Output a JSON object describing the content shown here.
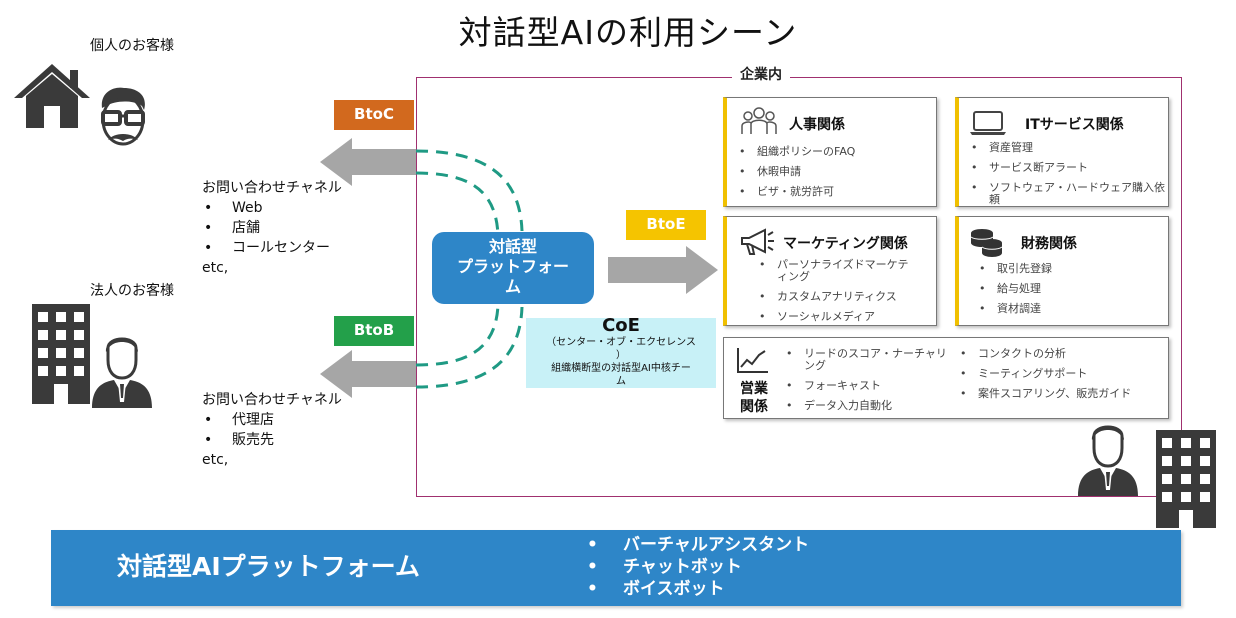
{
  "title": "対話型AIの利用シーン",
  "individual_customer": "個人のお客様",
  "corporate_customer": "法人のお客様",
  "btoc_label": "BtoC",
  "btob_label": "BtoB",
  "btoe_label": "BtoE",
  "individual_channel": {
    "heading": "お問い合わせチャネル",
    "items": [
      "Web",
      "店舗",
      "コールセンター"
    ],
    "etc": "etc,"
  },
  "corporate_channel": {
    "heading": "お問い合わせチャネル",
    "items": [
      "代理店",
      "販売先"
    ],
    "etc": "etc,"
  },
  "company_label": "企業内",
  "platform_label_lines": [
    "対話型",
    "プラットフォー",
    "ム"
  ],
  "coe": {
    "title": "CoE",
    "subtitle_lines": [
      "（センター・オブ・エクセレンス",
      "）"
    ],
    "desc_lines": [
      "組織横断型の対話型AI中核チー",
      "ム"
    ]
  },
  "departments": {
    "hr": {
      "title": "人事関係",
      "items": [
        "組織ポリシーのFAQ",
        "休暇申請",
        "ビザ・就労許可"
      ]
    },
    "it": {
      "title": "ITサービス関係",
      "items": [
        "資産管理",
        "サービス断アラート",
        "ソフトウェア・ハードウェア購入依頼"
      ]
    },
    "marketing": {
      "title": "マーケティング関係",
      "items": [
        "パーソナライズドマーケティング",
        "カスタムアナリティクス",
        "ソーシャルメディア"
      ]
    },
    "finance": {
      "title": "財務関係",
      "items": [
        "取引先登録",
        "給与処理",
        "資材調達"
      ]
    },
    "sales": {
      "title_lines": [
        "営業",
        "関係"
      ],
      "items_left": [
        "リードのスコア・ナーチャリング",
        "フォーキャスト",
        "データ入力自動化"
      ],
      "items_right": [
        "コンタクトの分析",
        "ミーティングサポート",
        "案件スコアリング、販売ガイド"
      ]
    }
  },
  "bottom_bar": {
    "title": "対話型AIプラットフォーム",
    "items": [
      "バーチャルアシスタント",
      "チャットボット",
      "ボイスボット"
    ]
  },
  "colors": {
    "btoc": "#d2691e",
    "btob": "#23a04a",
    "btoe": "#f5c400",
    "platform": "#2e86c8",
    "coe": "#c8f1f7",
    "company_border": "#a0306f",
    "dashed_curves": "#1f9a84",
    "arrows": "#a6a6a6",
    "icons": "#3a3a3a"
  },
  "icons": [
    "house-icon",
    "man-glasses-icon",
    "office-building-icon",
    "businessman-icon",
    "people-icon",
    "laptop-icon",
    "megaphone-icon",
    "coins-icon",
    "chart-icon"
  ]
}
